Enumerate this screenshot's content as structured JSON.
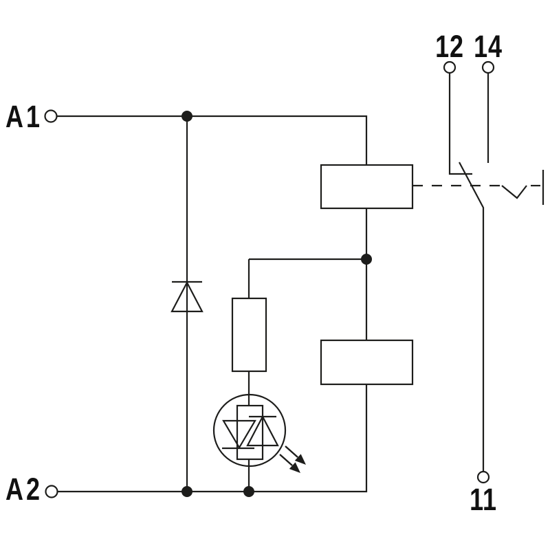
{
  "schematic": {
    "kind": "relay-module-circuit-diagram",
    "colors": {
      "background": "#ffffff",
      "stroke": "#1d1d1b",
      "text": "#111111"
    },
    "terminals": {
      "coil_plus": "A1",
      "coil_minus": "A2",
      "contact_nc": "12",
      "contact_no": "14",
      "contact_common": "11"
    },
    "components": {
      "coil": "relay-coil-icon",
      "output_block": "relay-output-block-icon",
      "diode": "freewheeling-diode-icon",
      "resistor": "series-resistor-icon",
      "led": "led-indicator-icon",
      "contact": "changeover-contact-icon",
      "link": "mechanical-link-icon"
    }
  }
}
